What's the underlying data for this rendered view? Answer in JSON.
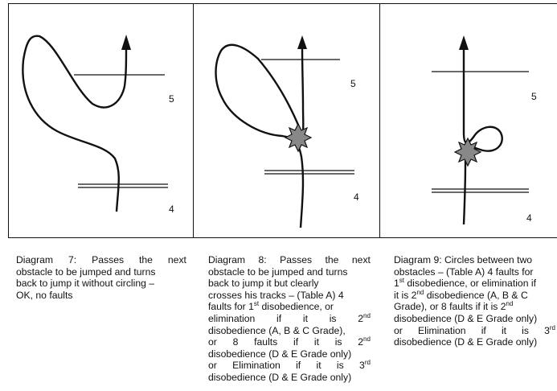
{
  "diagrams": [
    {
      "labels": {
        "upper_fence": "5",
        "lower_fence": "4"
      },
      "caption_lines": [
        [
          "Diagram",
          "7:",
          "Passes",
          "the",
          "next"
        ],
        [
          "obstacle to be jumped and turns"
        ],
        [
          "back to jump it without circling –"
        ],
        [
          "OK, no faults"
        ]
      ]
    },
    {
      "labels": {
        "upper_fence": "5",
        "lower_fence": "4"
      },
      "caption_lines": [
        [
          "Diagram",
          "8:",
          "Passes",
          "the",
          "next"
        ],
        [
          "obstacle to be jumped and turns"
        ],
        [
          "back to jump it but clearly"
        ],
        [
          "crosses his tracks – (Table A) 4"
        ],
        [
          "faults for 1st disobedience, or"
        ],
        [
          "elimination",
          "if",
          "it",
          "is",
          "2nd"
        ],
        [
          "disobedience (A, B & C Grade),"
        ],
        [
          "or",
          "8",
          "faults",
          "if",
          "it",
          "is",
          "2nd"
        ],
        [
          "disobedience (D & E Grade only)"
        ],
        [
          "or",
          "Elimination",
          "if",
          "it",
          "is",
          "3rd"
        ],
        [
          "disobedience (D & E Grade only)"
        ]
      ]
    },
    {
      "labels": {
        "upper_fence": "5",
        "lower_fence": "4"
      },
      "caption_lines": [
        [
          "Diagram 9: Circles between two"
        ],
        [
          "obstacles – (Table A) 4 faults for"
        ],
        [
          "1st disobedience, or elimination if"
        ],
        [
          "it is 2nd disobedience (A, B & C"
        ],
        [
          "Grade), or 8 faults if it is 2nd"
        ],
        [
          "disobedience (D & E Grade only)"
        ],
        [
          "or",
          "Elimination",
          "if",
          "it",
          "is",
          "3rd"
        ],
        [
          "disobedience (D & E Grade only)"
        ]
      ]
    }
  ]
}
